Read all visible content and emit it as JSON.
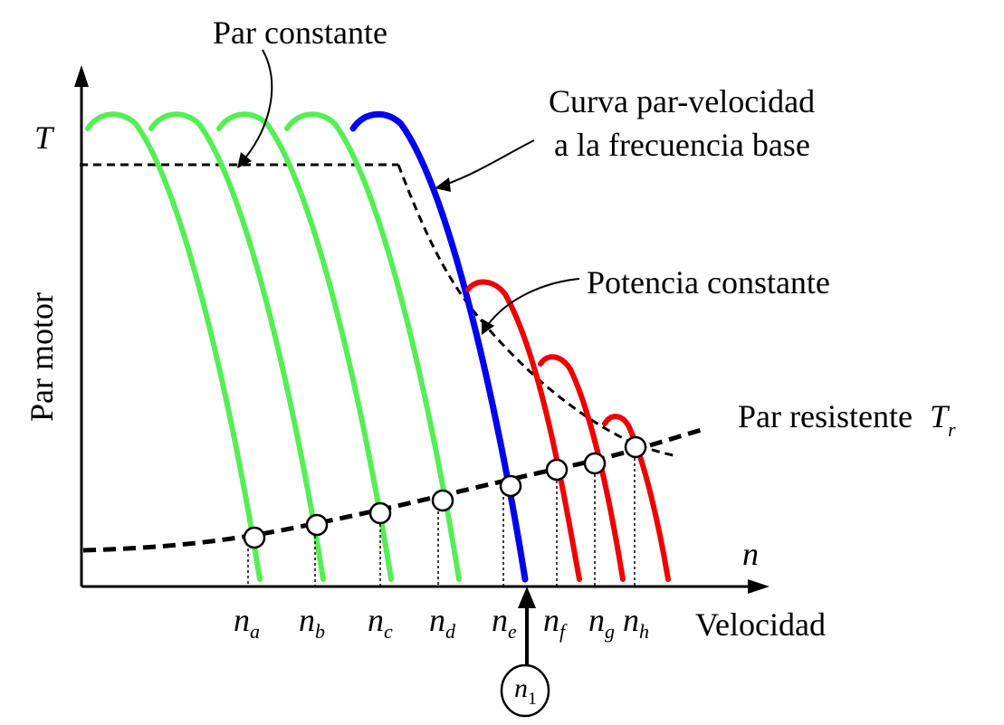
{
  "labels": {
    "par_constante": "Par constante",
    "curva_line1": "Curva par-velocidad",
    "curva_line2": "a la frecuencia base",
    "potencia_constante": "Potencia constante",
    "par_resistente": "Par resistente",
    "par_resistente_sym": "T",
    "par_resistente_sub": "r",
    "y_axis": "Par motor",
    "x_axis": "Velocidad",
    "y_symbol": "T",
    "x_symbol": "n",
    "n1_main": "n",
    "n1_sub": "1"
  },
  "speed_marks": [
    {
      "sym": "n",
      "sub": "a"
    },
    {
      "sym": "n",
      "sub": "b"
    },
    {
      "sym": "n",
      "sub": "c"
    },
    {
      "sym": "n",
      "sub": "d"
    },
    {
      "sym": "n",
      "sub": "e"
    },
    {
      "sym": "n",
      "sub": "f"
    },
    {
      "sym": "n",
      "sub": "g"
    },
    {
      "sym": "n",
      "sub": "h"
    }
  ],
  "colors": {
    "below_base": "#55ee55",
    "base": "#0000ee",
    "above_base": "#ee0000",
    "axes": "#000000"
  }
}
